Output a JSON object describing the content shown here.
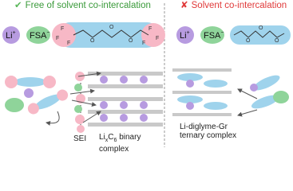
{
  "left_panel": {
    "title_mark": "✔",
    "title": "Free of solvent co-intercalation",
    "title_color": "#3a9a3a",
    "ions": {
      "cation": "Li",
      "cation_charge": "+",
      "anion": "FSA",
      "anion_charge": "−"
    },
    "solvent_substituent": "F",
    "sei_label": "SEI",
    "complex_label_prefix": "Li",
    "complex_label_sub_x": "x",
    "complex_label_c": "C",
    "complex_label_sub_6": "6",
    "complex_label_rest": " binary",
    "complex_label_line2": "complex"
  },
  "right_panel": {
    "title_mark": "✘",
    "title": "Solvent co-intercalation",
    "title_color": "#e03a3a",
    "ions": {
      "cation": "Li",
      "cation_charge": "+",
      "anion": "FSA",
      "anion_charge": "−"
    },
    "complex_label_line1": "Li-diglyme-Gr",
    "complex_label_line2": "ternary complex"
  },
  "colors": {
    "lithium": "#b79be0",
    "anion": "#8fd49a",
    "solvent": "#9fd3ec",
    "fluoro_end": "#f7b8c6",
    "graphite_layer": "#c9c9c9",
    "divider": "#9a9a9a",
    "arrow": "#555555"
  }
}
